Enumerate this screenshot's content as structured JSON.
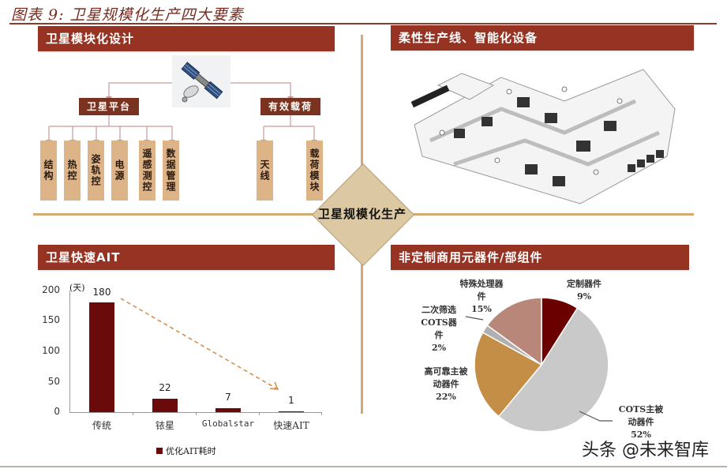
{
  "figure": {
    "title": "图表 9: 卫星规模化生产四大要素",
    "center_label": "卫星规模化生产",
    "watermark": "头条 @未来智库"
  },
  "colors": {
    "header_bg": "#973322",
    "title_text": "#7a2a1e",
    "divider": "#d4a877",
    "diamond_fill": "#dcc9a3",
    "tree_node": "#7a3320",
    "leaf_fill": "#dcb487",
    "bar_fill": "#6b0a0a",
    "arrow": "#d08a4a"
  },
  "quadrants": {
    "top_left": {
      "header": "卫星模块化设计",
      "satellite_icon": "satellite-icon",
      "platform": {
        "label": "卫星平台",
        "children": [
          "结构",
          "热控",
          "姿轨控",
          "电源",
          "遥感测控",
          "数据管理"
        ]
      },
      "payload": {
        "label": "有效载荷",
        "children": [
          "天线",
          "载荷模块"
        ]
      }
    },
    "top_right": {
      "header": "柔性生产线、智能化设备",
      "image": "factory-production-line-illustration"
    },
    "bottom_left": {
      "header": "卫星快速AIT",
      "legend": "优化AIT耗时",
      "unit": "(天)"
    },
    "bottom_right": {
      "header": "非定制商用元器件/部组件"
    }
  },
  "chart_data": [
    {
      "type": "bar",
      "title": "卫星快速AIT",
      "categories": [
        "传统",
        "铱星",
        "Globalstar",
        "快速AIT"
      ],
      "series": [
        {
          "name": "优化AIT耗时",
          "values": [
            180,
            22,
            7,
            1
          ]
        }
      ],
      "ylabel": "(天)",
      "yticks": [
        0,
        50,
        100,
        150,
        200
      ],
      "ylim": [
        0,
        200
      ],
      "grid": false,
      "legend_position": "bottom",
      "annotations": [
        "dashed arrow trending downward from 传统 to 快速AIT"
      ]
    },
    {
      "type": "pie",
      "title": "非定制商用元器件/部组件",
      "categories": [
        "定制器件",
        "COTS主被动器件",
        "高可靠主被动器件",
        "二次筛选COTS器件",
        "特殊处理器件"
      ],
      "values": [
        9,
        52,
        22,
        2,
        15
      ],
      "unit": "%",
      "colors": [
        "#6b0000",
        "#c9c9c9",
        "#c48e46",
        "#b0b0b0",
        "#b8877a"
      ]
    }
  ]
}
